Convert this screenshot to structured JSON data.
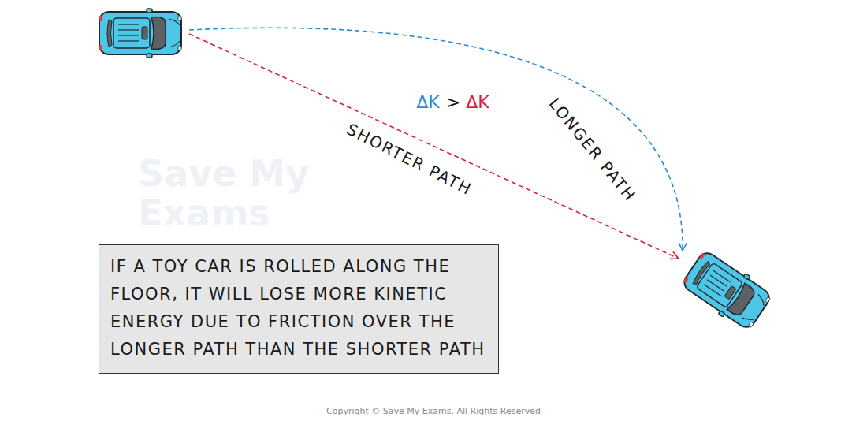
{
  "diagram": {
    "nodes": [
      {
        "text": [
          "IF A TOY CAR IS ROLLED ALONG THE FLOOR, IT WILL LOSE MORE KINETIC ENERGY DUE TO FRICTION OVER THE LONGER PATH THAN THE SHORTER PATH"
        ]
      }
    ],
    "labels": [
      "Save My Exams",
      "ΔK",
      ">",
      "ΔK",
      "SHORTER PATH",
      "LONGER PATH",
      "Copyright © Save My Exams. All Rights Reserved"
    ]
  }
}
